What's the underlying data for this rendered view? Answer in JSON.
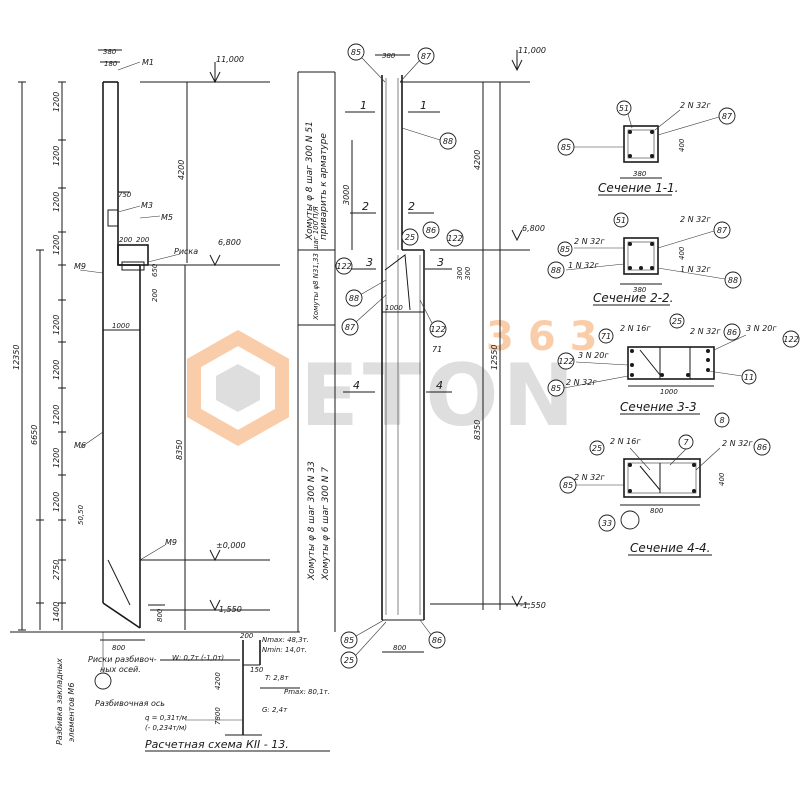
{
  "watermark": {
    "brand": "ETON",
    "number": "363",
    "color_orange": "#f5a566",
    "color_gray": "#c4c4c4"
  },
  "left_column": {
    "top_width": "380",
    "top_sub": "180",
    "m1": "M1",
    "elev_top": "11,000",
    "segments_upper": [
      "1200",
      "1200",
      "1200",
      "1200"
    ],
    "height_upper": "4200",
    "dim_750": "750",
    "m3": "M3",
    "m5": "M5",
    "dims_200": [
      "200",
      "200"
    ],
    "risk": "Риска",
    "elev_crane": "6,800",
    "dim_650": "650",
    "m9_upper": "M9",
    "dim_200b": "200",
    "dim_1000": "1000",
    "segments_lower": [
      "1200",
      "1200",
      "1200",
      "1200",
      "1200"
    ],
    "m6": "M6",
    "dim_50_50": "50,50",
    "total_height": "12350",
    "height_6650": "6650",
    "height_8350": "8350",
    "dim_2750": "2750",
    "dim_1400": "1400",
    "m9_lower": "M9",
    "elev_zero": "±0,000",
    "elev_bottom": "-1,550",
    "dim_800": "800",
    "dim_800b": "800",
    "risks_note_1": "Риски разбивоч-",
    "risks_note_2": "ных осей.",
    "vert_note_1": "Разбивка закладных",
    "vert_note_2": "элементов М6",
    "axis_note": "Разбивочная ось"
  },
  "center": {
    "stirrups_upper_1": "Хомуты φ 8 шаг 300 N 51",
    "stirrups_upper_2": "приварить к арматуре",
    "stirrups_lower_1": "Хомуты φ 8 шаг 300 N 33",
    "stirrups_lower_2": "Хомуты φ 6 шаг 300 N 7",
    "small_note": "Хомуты φ8 N31,33 шаг 100 П/Я",
    "dim_3000": "3000",
    "top_width": "380",
    "elev_top": "11,000",
    "elev_crane": "6,800",
    "elev_bottom": "-1,550",
    "dim_4200": "4200",
    "dim_12550": "12550",
    "dim_8350": "8350",
    "dim_1000": "1000",
    "dims_small": [
      "300",
      "300"
    ],
    "dim_800": "800",
    "section_marks": [
      "1",
      "1",
      "2",
      "2",
      "3",
      "3",
      "4",
      "4"
    ],
    "callouts": [
      "85",
      "87",
      "88",
      "25",
      "86",
      "122",
      "122",
      "88",
      "87",
      "122",
      "71",
      "85",
      "25",
      "86"
    ]
  },
  "scheme": {
    "title": "Расчетная схема КII - 13.",
    "w_load": "W: 0,7т (-1,0т)",
    "nmax": "Nmax: 48,3т.",
    "nmin": "Nmin: 14,0т.",
    "dims": [
      "200",
      "4200",
      "150",
      "7800"
    ],
    "t": "T: 2,8т",
    "pmax": "Pmax: 80,1т.",
    "g": "G: 2,4т",
    "q1": "q = 0,31т/м",
    "q2": "(- 0,234т/м)"
  },
  "sections": {
    "s1": {
      "title": "Сечение 1-1.",
      "bars": "2 N 32г",
      "width": "380",
      "height": "400",
      "callouts": [
        "51",
        "87",
        "85"
      ]
    },
    "s2": {
      "title": "Сечение 2-2.",
      "bars_top": "2 N 32г",
      "bars_left": "2 N 32г",
      "bars_mid": "1 N 32г",
      "bars_right": "1 N 32г",
      "width": "380",
      "height": "400",
      "callouts": [
        "51",
        "87",
        "85",
        "88",
        "88"
      ]
    },
    "s3": {
      "title": "Сечение 3-3",
      "bars_a": "2 N 16г",
      "bars_b": "2 N 32г",
      "bars_c": "3 N 20г",
      "bars_d": "3 N 20г",
      "bars_e": "2 N 32г",
      "width": "1000",
      "callouts": [
        "71",
        "25",
        "86",
        "122",
        "122",
        "85",
        "8",
        "11"
      ]
    },
    "s4": {
      "title": "Сечение 4-4.",
      "bars_a": "2 N 16г",
      "bars_b": "2 N 32г",
      "bars_c": "2 N 32г",
      "width": "800",
      "height": "400",
      "callouts": [
        "25",
        "7",
        "86",
        "85",
        "33"
      ]
    }
  }
}
